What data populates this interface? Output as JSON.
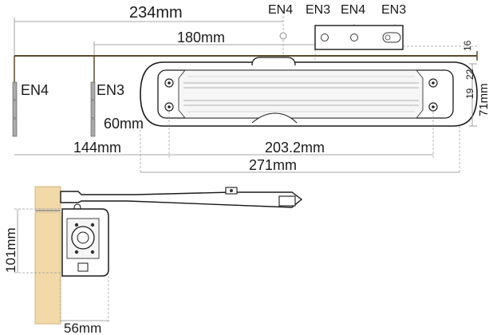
{
  "labels": {
    "top_width": "234mm",
    "arm_length": "180mm",
    "top_en4": "EN4",
    "top_en3_left": "EN3",
    "top_en4_mid": "EN4",
    "top_en3_right": "EN3",
    "plate_offset": "16",
    "left_en4": "EN4",
    "left_en3": "EN3",
    "drop_60": "60mm",
    "offset_144": "144mm",
    "span_203": "203.2mm",
    "body_271": "271mm",
    "dim_22": "22",
    "dim_19": "19",
    "height_71": "71mm",
    "side_height": "101mm",
    "side_depth": "56mm"
  },
  "colors": {
    "wood": "#f1d9a8",
    "wood_edge": "#c9a86a",
    "arm": "#5a4a2a",
    "body_stroke": "#1a1a1a"
  }
}
